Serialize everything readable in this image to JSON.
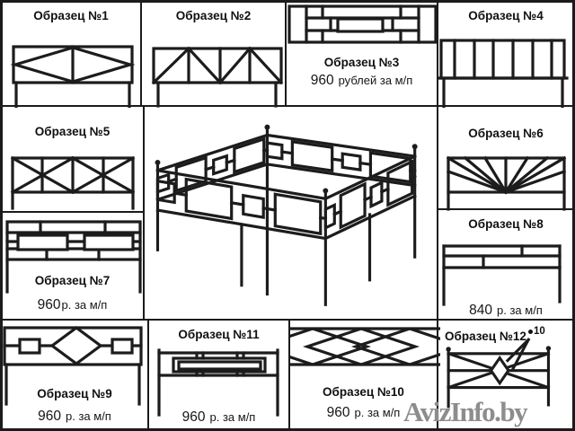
{
  "colors": {
    "line": "#1b1b1b",
    "background": "#ffffff",
    "watermark_gray": "#8d8d8d"
  },
  "watermark": {
    "text": "AvizInfo.by"
  },
  "samples": {
    "s1": {
      "title": "Образец №1"
    },
    "s2": {
      "title": "Образец №2"
    },
    "s3": {
      "title": "Образец №3",
      "price_num": "960",
      "price_unit": "рублей за м/п"
    },
    "s4": {
      "title": "Образец №4"
    },
    "s5": {
      "title": "Образец №5"
    },
    "s6": {
      "title": "Образец №6"
    },
    "s7": {
      "title": "Образец №7",
      "price_num": "960",
      "price_unit": "р. за м/п"
    },
    "s8": {
      "title": "Образец №8",
      "price_num": "840",
      "price_unit": "р. за м/п"
    },
    "s9": {
      "title": "Образец №9",
      "price_num": "960",
      "price_unit": "р. за м/п"
    },
    "s10": {
      "title": "Образец №10",
      "price_num": "960",
      "price_unit": "р. за м/п"
    },
    "s11": {
      "title": "Образец №11",
      "price_num": "960",
      "price_unit": "р. за м/п"
    },
    "s12": {
      "title": "Образец №12",
      "callout": "10"
    }
  }
}
